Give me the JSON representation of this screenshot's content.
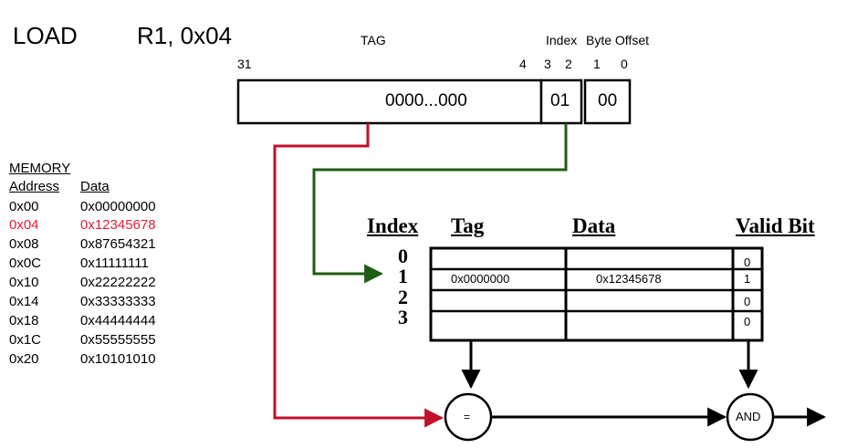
{
  "instruction": {
    "op": "LOAD",
    "operands": "R1, 0x04"
  },
  "address_fields": {
    "tag_label": "TAG",
    "index_label": "Index",
    "byte_offset_label": "Byte  Offset",
    "bit_31": "31",
    "bit_4": "4",
    "bit_3": "3",
    "bit_2": "2",
    "bit_1": "1",
    "bit_0": "0",
    "tag_value": "0000...000",
    "index_value": "01",
    "offset_value": "00"
  },
  "memory": {
    "title": "MEMORY",
    "col_address": "Address",
    "col_data": "Data",
    "highlight_color": "#e0203a",
    "rows": [
      {
        "address": "0x00",
        "data": "0x00000000"
      },
      {
        "address": "0x04",
        "data": "0x12345678",
        "highlighted": true
      },
      {
        "address": "0x08",
        "data": "0x87654321"
      },
      {
        "address": "0x0C",
        "data": "0x11111111"
      },
      {
        "address": "0x10",
        "data": "0x22222222"
      },
      {
        "address": "0x14",
        "data": "0x33333333"
      },
      {
        "address": "0x18",
        "data": "0x44444444"
      },
      {
        "address": "0x1C",
        "data": "0x55555555"
      },
      {
        "address": "0x20",
        "data": "0x10101010"
      }
    ]
  },
  "cache": {
    "header_index": "Index",
    "header_tag": "Tag",
    "header_data": "Data",
    "header_valid": "Valid Bit",
    "rows": [
      {
        "index": "0",
        "tag": "",
        "data": "",
        "valid": "0"
      },
      {
        "index": "1",
        "tag": "0x0000000",
        "data": "0x12345678",
        "valid": "1"
      },
      {
        "index": "2",
        "tag": "",
        "data": "",
        "valid": "0"
      },
      {
        "index": "3",
        "tag": "",
        "data": "",
        "valid": "0"
      }
    ]
  },
  "logic": {
    "compare_label": "=",
    "and_label": "AND"
  },
  "colors": {
    "tag_wire": "#c0102a",
    "index_wire": "#1d5e12"
  }
}
